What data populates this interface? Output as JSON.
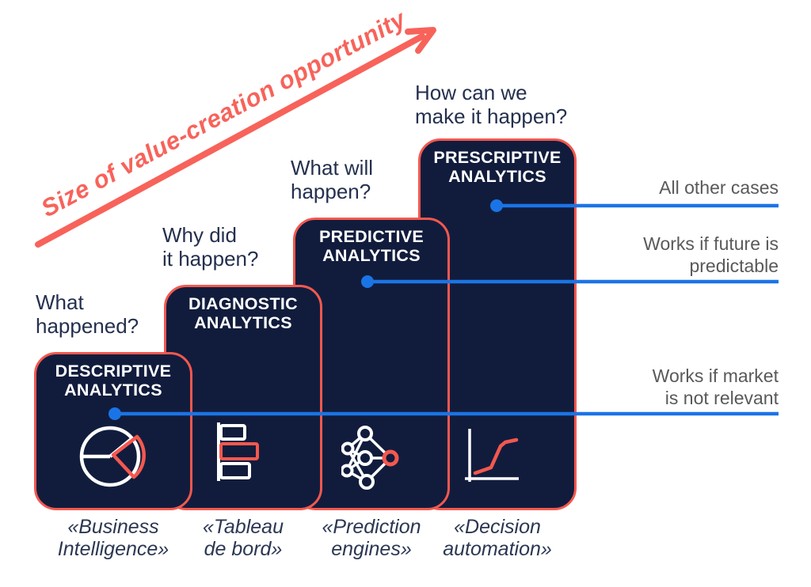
{
  "arrow": {
    "label": "Size of value-creation opportunity",
    "color": "#F7635A"
  },
  "stages": [
    {
      "question_line1": "What",
      "question_line2": "happened?",
      "title_line1": "DESCRIPTIVE",
      "title_line2": "ANALYTICS",
      "caption_line1": "«Business",
      "caption_line2": "Intelligence»",
      "icon": "pie-chart-icon"
    },
    {
      "question_line1": "Why did",
      "question_line2": "it happen?",
      "title_line1": "DIAGNOSTIC",
      "title_line2": "ANALYTICS",
      "caption_line1": "«Tableau",
      "caption_line2": "de bord»",
      "icon": "horizontal-bar-chart-icon"
    },
    {
      "question_line1": "What will",
      "question_line2": "happen?",
      "title_line1": "PREDICTIVE",
      "title_line2": "ANALYTICS",
      "caption_line1": "«Prediction",
      "caption_line2": "engines»",
      "icon": "neural-network-icon"
    },
    {
      "question_line1": "How can we",
      "question_line2": "make it happen?",
      "title_line1": "PRESCRIPTIVE",
      "title_line2": "ANALYTICS",
      "caption_line1": "«Decision",
      "caption_line2": "automation»",
      "icon": "growth-curve-icon"
    }
  ],
  "annotations": [
    {
      "line1": "All other cases",
      "line2": ""
    },
    {
      "line1": "Works if future is",
      "line2": "predictable"
    },
    {
      "line1": "Works if market",
      "line2": "is not relevant"
    }
  ],
  "colors": {
    "card_navy": "#111C3D",
    "border_coral": "#F4584E",
    "arrow_coral": "#F7635A",
    "connector_blue": "#1B74E6",
    "question_navy": "#24304E",
    "annotation_gray": "#595959",
    "title_white": "#FFFFFF"
  }
}
